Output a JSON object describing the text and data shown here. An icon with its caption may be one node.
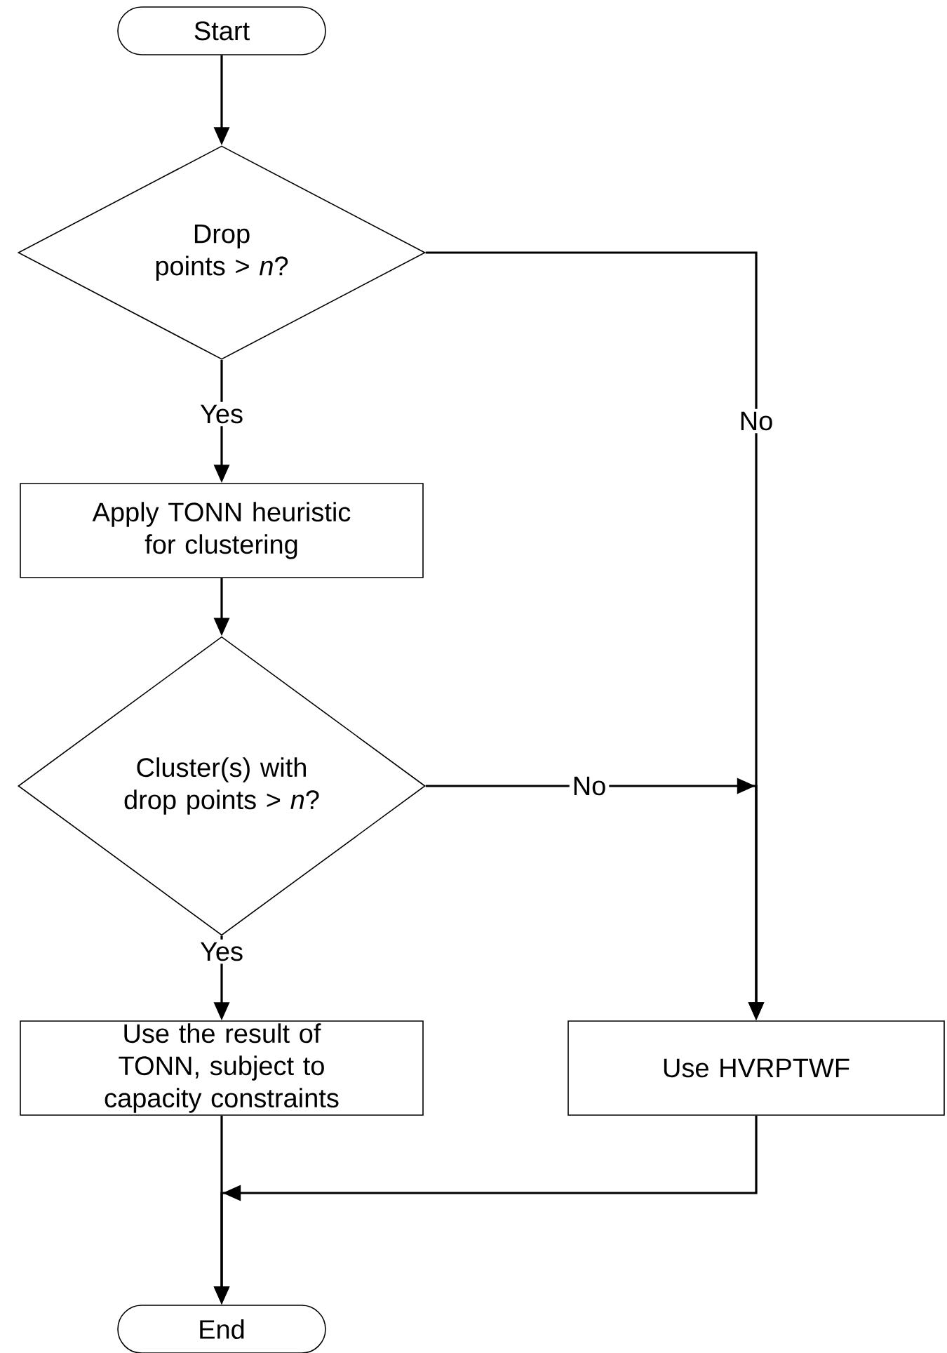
{
  "diagram": {
    "nodes": [
      {
        "text": [
          "Start"
        ]
      },
      {
        "text": [
          "Drop points > *n*?"
        ]
      },
      {
        "text": [
          "Apply TONN heuristic for clustering"
        ]
      },
      {
        "text": [
          "Cluster(s) with drop points > *n*?"
        ]
      },
      {
        "text": [
          "Use the result of TONN, subject to capacity constraints"
        ]
      },
      {
        "text": [
          "Use HVRPTWF"
        ]
      },
      {
        "text": [
          "End"
        ]
      }
    ],
    "edges": [
      {
        "from": 0,
        "to": 1,
        "arrow": "to"
      },
      {
        "from": 1,
        "to": 5,
        "arrow": "to",
        "label": "No"
      },
      {
        "from": 1,
        "to": 2,
        "arrow": "to",
        "label": "Yes"
      },
      {
        "from": 2,
        "to": 3,
        "arrow": "to"
      },
      {
        "from": 3,
        "to": 5,
        "arrow": "to",
        "label": "No"
      },
      {
        "from": 3,
        "to": 4,
        "arrow": "to",
        "label": "Yes"
      },
      {
        "from": 4,
        "to": 6,
        "arrow": "to"
      },
      {
        "from": 5,
        "to": 6,
        "arrow": "to"
      }
    ]
  }
}
